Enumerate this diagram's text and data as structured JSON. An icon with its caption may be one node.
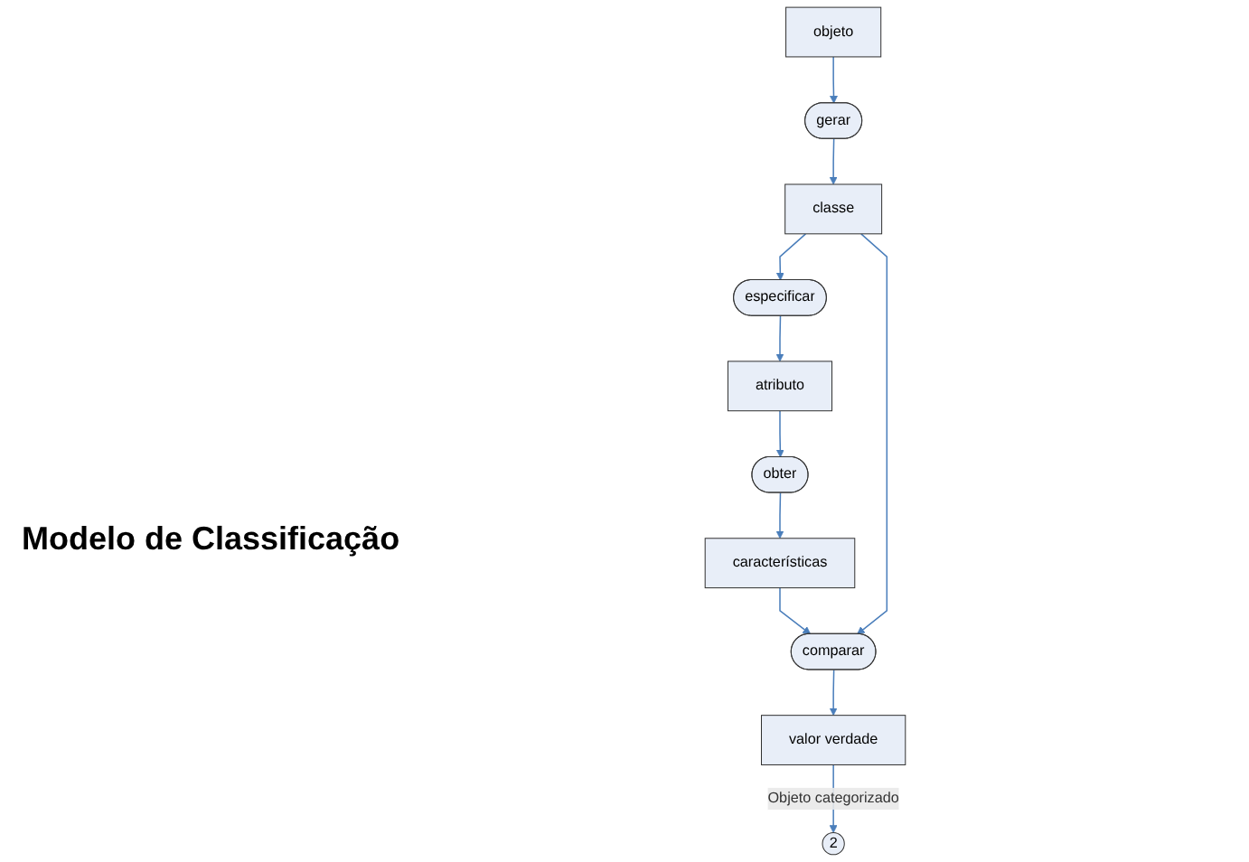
{
  "diagram": {
    "title": "Modelo de Classificação",
    "nodes": [
      {
        "text": [
          "objeto"
        ]
      },
      {
        "text": [
          "especificar"
        ]
      },
      {
        "text": [
          "atributo"
        ]
      },
      {
        "text": [
          "gerar"
        ]
      },
      {
        "text": [
          "classe"
        ]
      },
      {
        "text": [
          "obter"
        ]
      },
      {
        "text": [
          "comparar"
        ]
      },
      {
        "text": [
          "características"
        ]
      },
      {
        "text": [
          "valor verdade"
        ]
      },
      {
        "text": [
          "2"
        ]
      }
    ],
    "edges": [
      {
        "from": 0,
        "to": 3,
        "arrow": "to"
      },
      {
        "from": 3,
        "to": 4,
        "arrow": "to"
      },
      {
        "from": 4,
        "to": 1,
        "arrow": "to"
      },
      {
        "from": 1,
        "to": 2,
        "arrow": "to"
      },
      {
        "from": 2,
        "to": 5,
        "arrow": "to"
      },
      {
        "from": 5,
        "to": 7,
        "arrow": "to"
      },
      {
        "from": 7,
        "to": 6,
        "arrow": "to"
      },
      {
        "from": 4,
        "to": 6,
        "arrow": "to"
      },
      {
        "from": 6,
        "to": 8,
        "arrow": "to"
      },
      {
        "from": 8,
        "to": 9,
        "label": "Objeto categorizado",
        "arrow": "to"
      }
    ]
  }
}
